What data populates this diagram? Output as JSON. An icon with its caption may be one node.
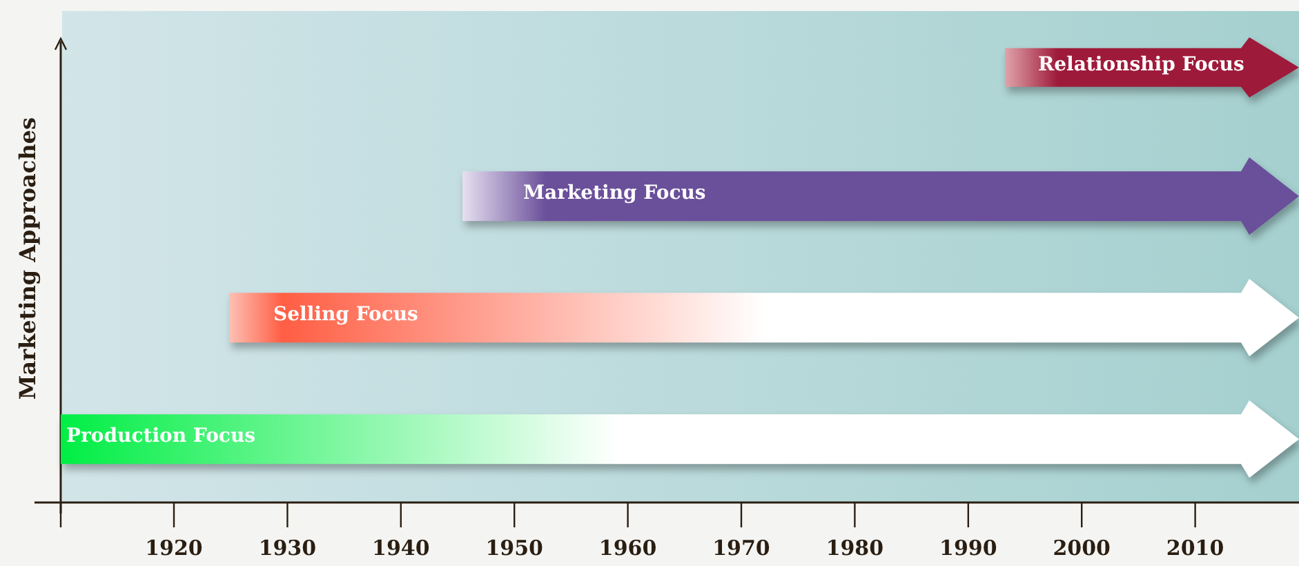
{
  "diagram": {
    "nodes": [
      {
        "text": [
          "Relationship Focus"
        ]
      },
      {
        "text": [
          "Marketing Focus"
        ]
      },
      {
        "text": [
          "Selling Focus"
        ]
      },
      {
        "text": [
          "Production Focus"
        ]
      }
    ],
    "labels": [
      "Marketing Approaches",
      "1920",
      "1930",
      "1940",
      "1950",
      "1960",
      "1970",
      "1980",
      "1990",
      "2000",
      "2010"
    ]
  }
}
